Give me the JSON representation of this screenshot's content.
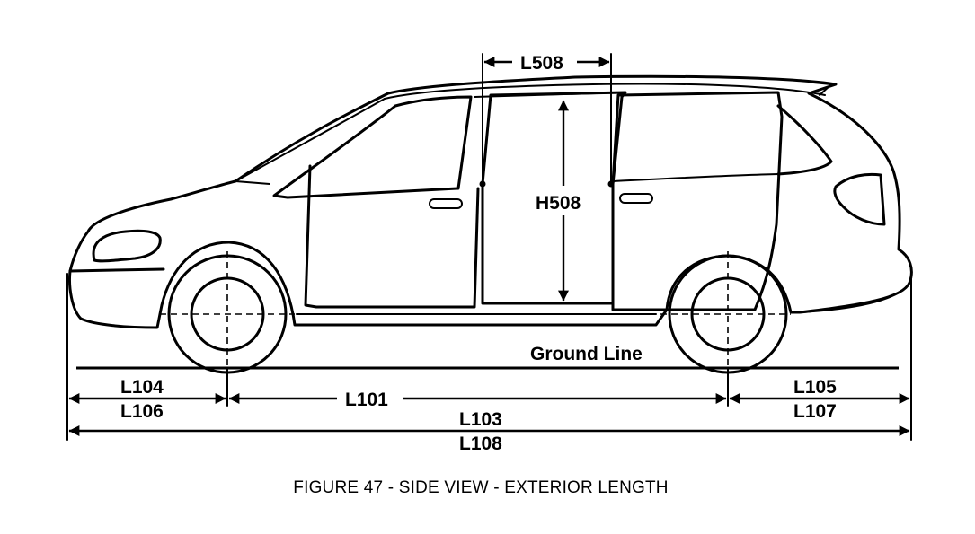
{
  "caption": "FIGURE 47 - SIDE VIEW - EXTERIOR LENGTH",
  "labels": {
    "ground_line": "Ground Line",
    "l508": "L508",
    "h508": "H508",
    "l104": "L104",
    "l106": "L106",
    "l101": "L101",
    "l105": "L105",
    "l107": "L107",
    "l103": "L103",
    "l108": "L108"
  }
}
